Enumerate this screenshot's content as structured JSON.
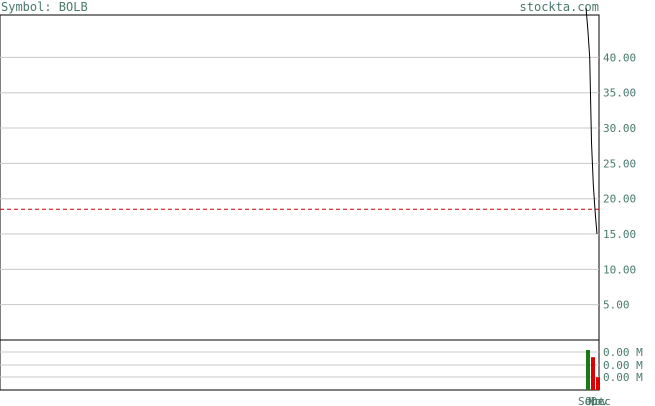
{
  "header": {
    "symbol_text": "Symbol: BOLB",
    "site": "stockta.com"
  },
  "colors": {
    "text": "#4a7a6e",
    "grid": "#c8c8c8",
    "frame": "#000000",
    "price_line": "#000000",
    "ref_line": "#cc0000",
    "vol_up": "#1a7a1a",
    "vol_down": "#dd0000"
  },
  "chart_data": [
    {
      "type": "line",
      "panel": "price",
      "ylim": [
        0,
        46
      ],
      "y_ticks": [
        "5.00",
        "10.00",
        "15.00",
        "20.00",
        "25.00",
        "30.00",
        "35.00",
        "40.00"
      ],
      "y_tick_values": [
        5,
        10,
        15,
        20,
        25,
        30,
        35,
        40
      ],
      "grid": true,
      "reference_line": 18.5,
      "x": [
        0,
        1,
        2,
        3,
        4,
        5,
        6
      ],
      "values": [
        47,
        44,
        40,
        28,
        22,
        18,
        15
      ]
    },
    {
      "type": "bar",
      "panel": "volume",
      "y_ticks": [
        "0.00 M",
        "0.00 M",
        "0.00 M"
      ],
      "x_labels": [
        "Sep",
        "Oct",
        "Nov",
        "Dec"
      ],
      "values": [
        1.0,
        0.82,
        0.32
      ],
      "directions": [
        "up",
        "down",
        "down"
      ]
    }
  ]
}
